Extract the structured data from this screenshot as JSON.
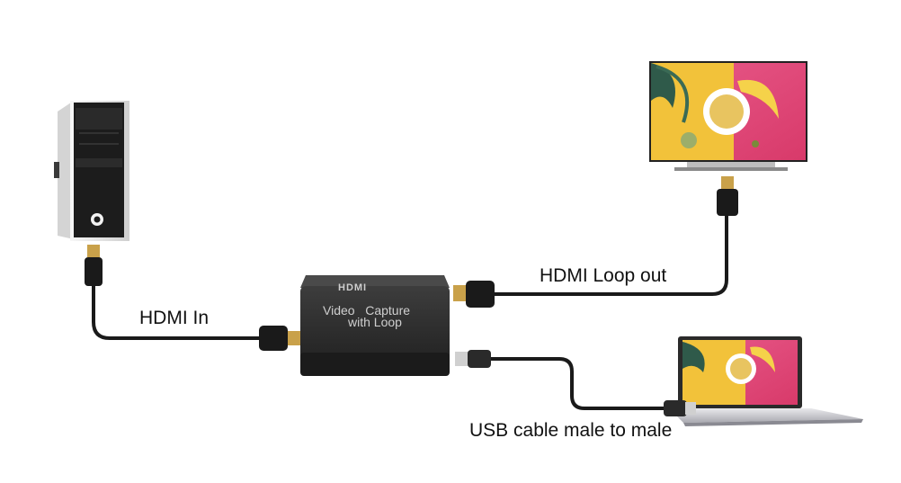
{
  "labels": {
    "hdmi_in": "HDMI In",
    "hdmi_loop_out": "HDMI Loop out",
    "usb_cable": "USB cable male to male"
  },
  "device": {
    "logo": "HDMI",
    "line1": "Video   Capture",
    "line2": "with Loop"
  },
  "colors": {
    "cable": "#1a1a1a",
    "device_body": "#2a2a2a",
    "device_top": "#3a3a3a",
    "device_text": "#cfcfcf",
    "connector_gold": "#c9a14a",
    "screen_pink": "#e04a7a",
    "screen_yellow": "#f2c23a",
    "pc_case": "#e8e8e8",
    "pc_front": "#1c1c1c"
  },
  "icons": [
    "desktop-pc-icon",
    "tv-monitor-icon",
    "laptop-icon",
    "capture-device-icon",
    "hdmi-connector-icon",
    "usb-connector-icon"
  ]
}
